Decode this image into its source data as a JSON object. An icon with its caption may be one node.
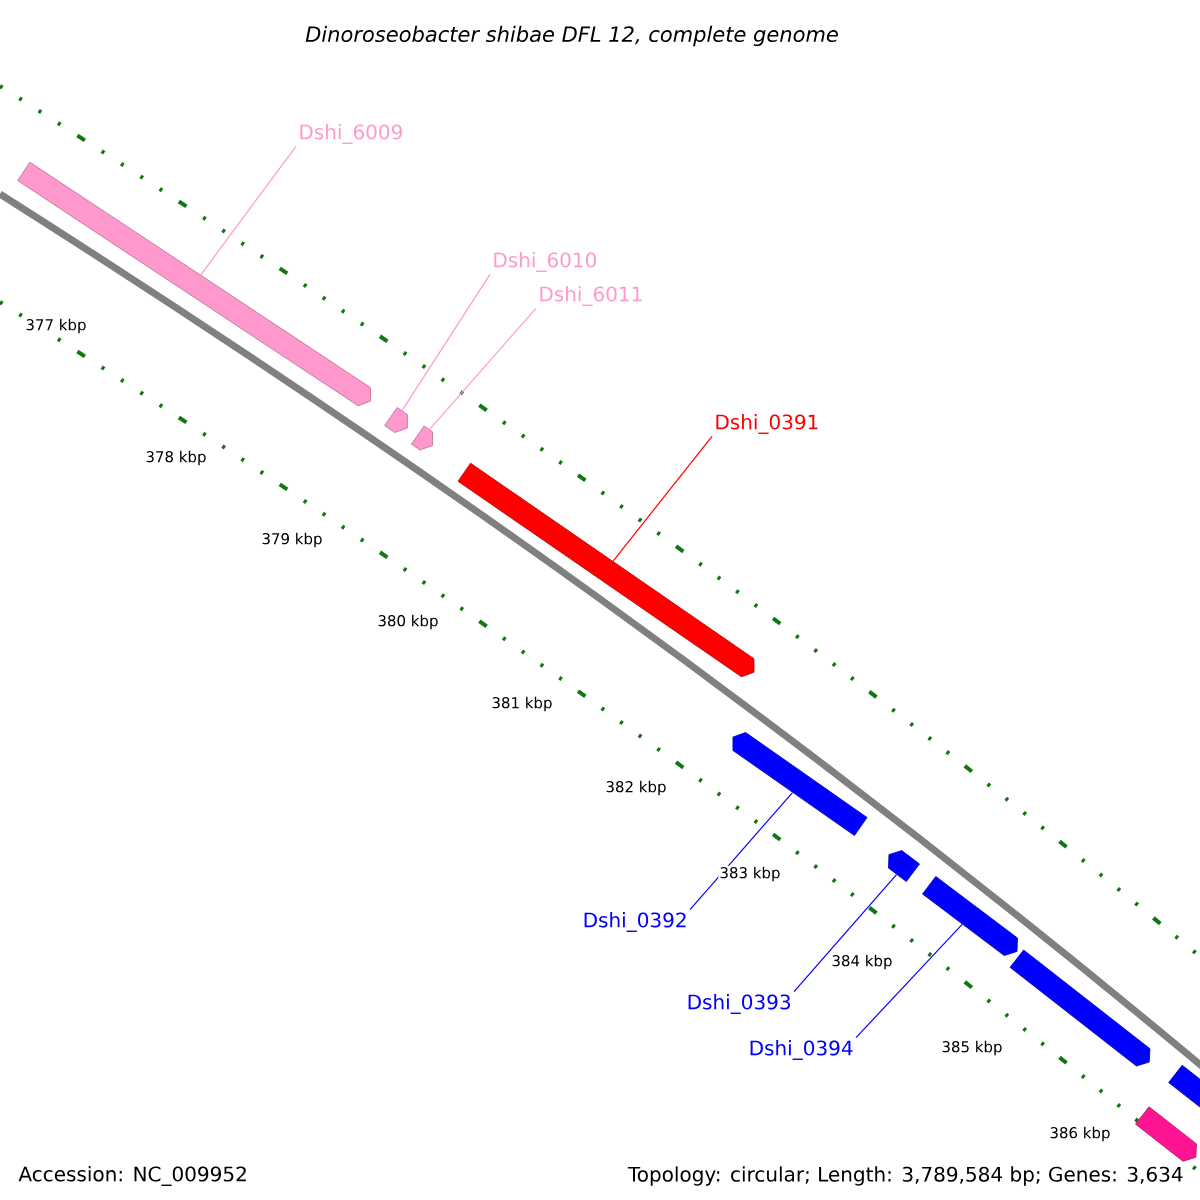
{
  "diagram": {
    "title": "Dinoroseobacter shibae DFL 12, complete genome",
    "nodes": [
      {
        "text": [
          "Dshi_6009"
        ]
      },
      {
        "text": [
          "Dshi_6010"
        ]
      },
      {
        "text": [
          "Dshi_6011"
        ]
      },
      {
        "text": [
          "Dshi_0391"
        ]
      },
      {
        "text": [
          "Dshi_0392"
        ]
      },
      {
        "text": [
          "Dshi_0393"
        ]
      },
      {
        "text": [
          "Dshi_0394"
        ]
      },
      {
        "text": [],
        "shape": "bar"
      },
      {
        "text": [],
        "shape": "bar"
      },
      {
        "text": [],
        "shape": "bar"
      },
      {
        "text": [],
        "shape": "bar"
      },
      {
        "text": [],
        "shape": "bar"
      },
      {
        "text": [],
        "shape": "bar"
      },
      {
        "text": [],
        "shape": "bar"
      },
      {
        "text": [],
        "shape": "bar"
      },
      {
        "text": [],
        "shape": "bar"
      },
      {
        "text": [],
        "shape": "bar"
      }
    ],
    "edges": [
      {
        "from": 0,
        "to": 7,
        "arrow": "none",
        "color": "#ff99cc"
      },
      {
        "from": 1,
        "to": 8,
        "arrow": "none",
        "color": "#ff99cc"
      },
      {
        "from": 2,
        "to": 9,
        "arrow": "none",
        "color": "#ff99cc"
      },
      {
        "from": 3,
        "to": 10,
        "arrow": "none",
        "color": "#ff0000"
      },
      {
        "from": 4,
        "to": 11,
        "arrow": "none",
        "color": "#0000ff"
      },
      {
        "from": 5,
        "to": 12,
        "arrow": "none",
        "color": "#0000ff"
      },
      {
        "from": 6,
        "to": 13,
        "arrow": "none",
        "color": "#0000ff"
      }
    ],
    "labels": [
      "377 kbp",
      "378 kbp",
      "379 kbp",
      "380 kbp",
      "381 kbp",
      "382 kbp",
      "383 kbp",
      "384 kbp",
      "385 kbp",
      "386 kbp",
      "Accession: NC_009952",
      "Topology: circular; Length: 3,789,584 bp; Genes: 3,634"
    ]
  }
}
